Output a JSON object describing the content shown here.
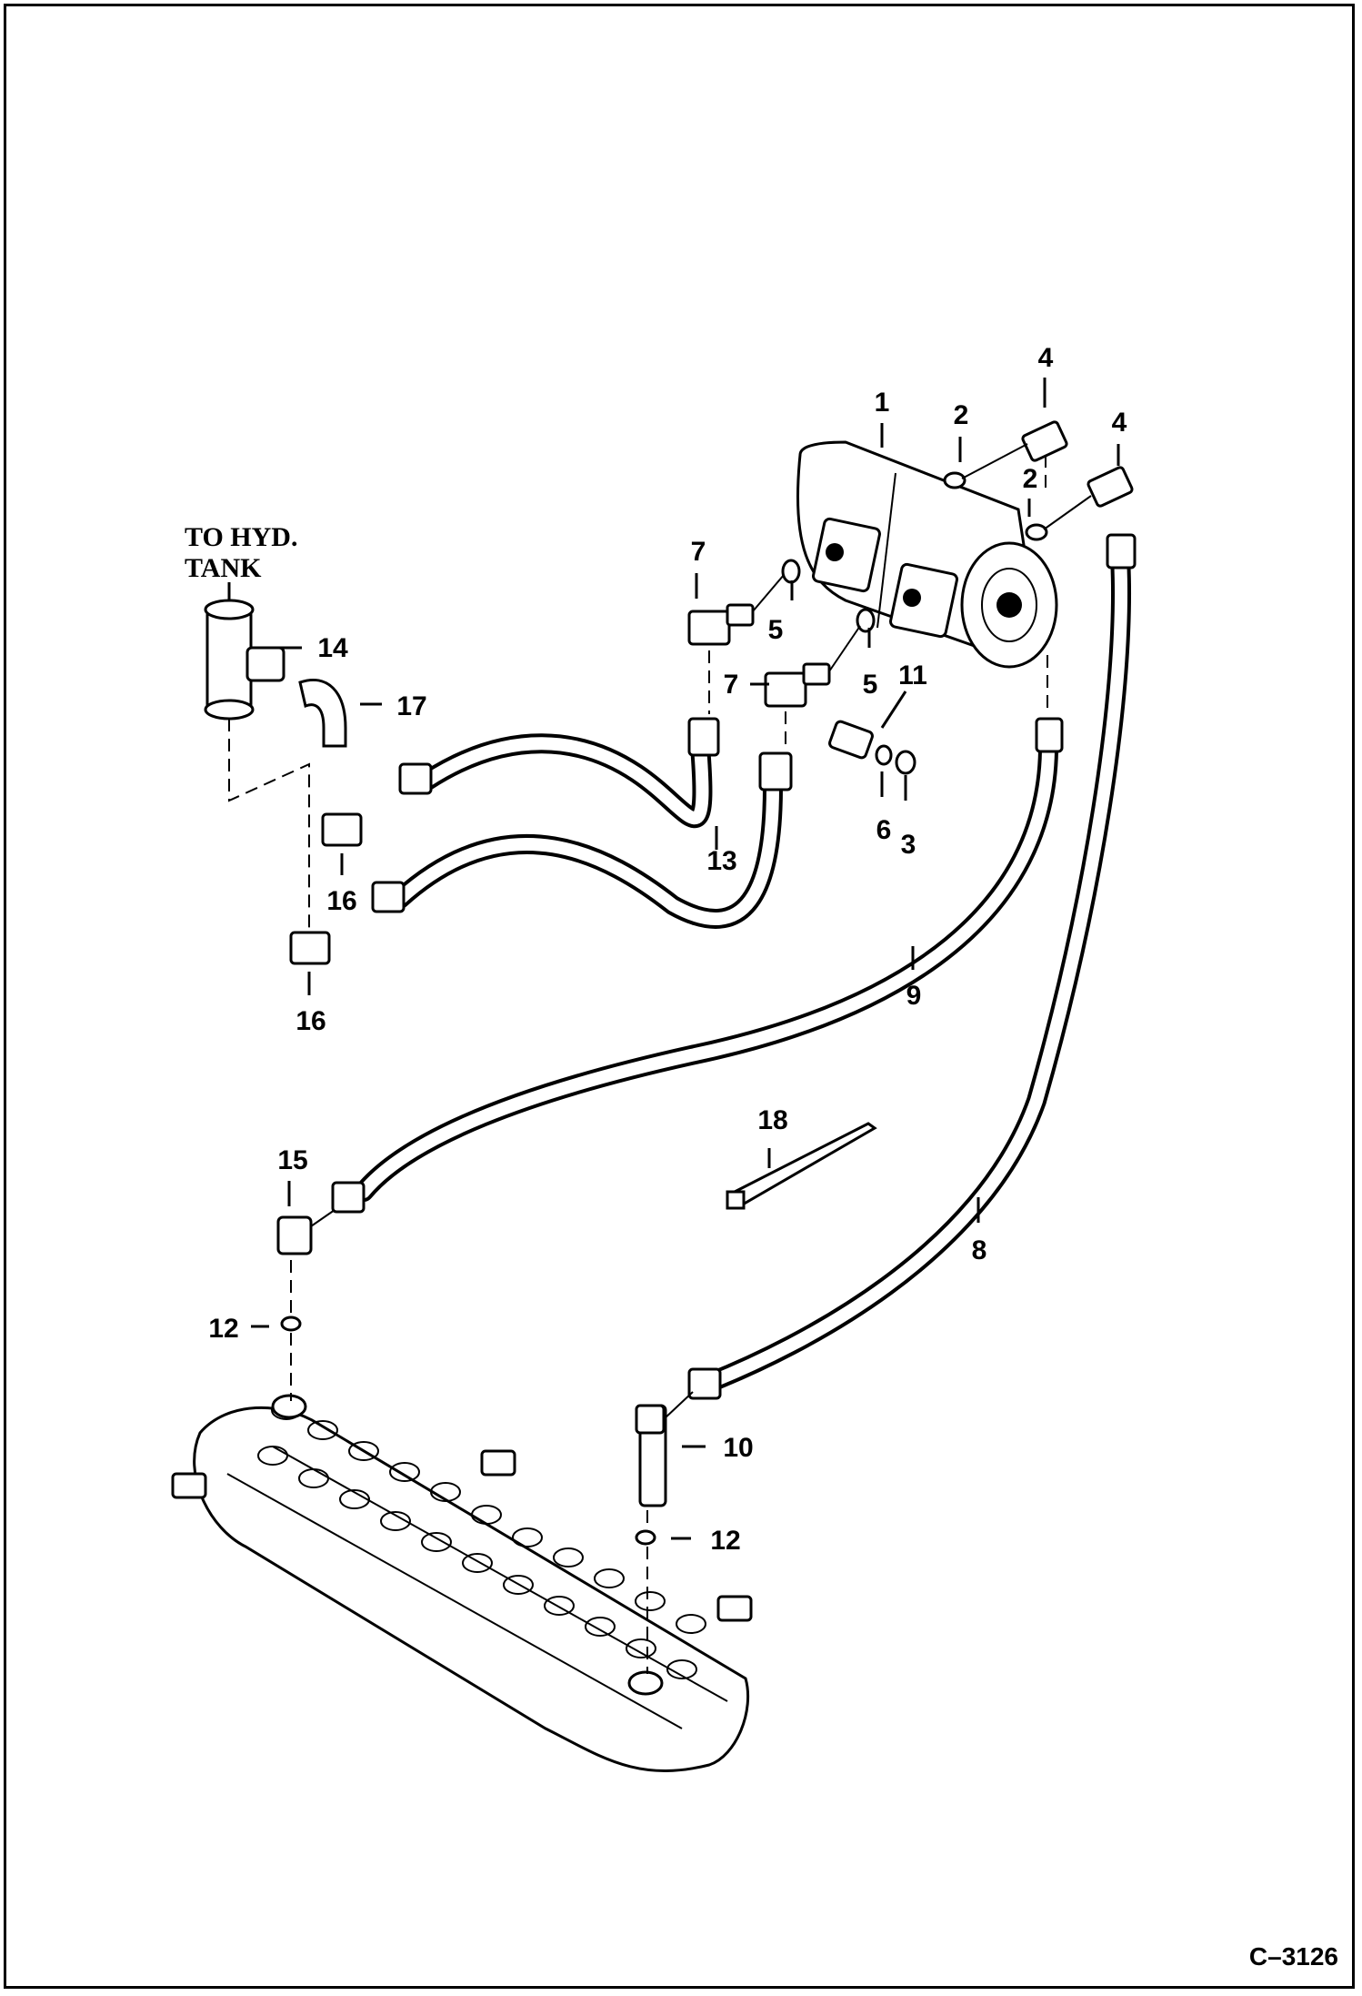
{
  "callouts": {
    "c1": "1",
    "c2a": "2",
    "c2b": "2",
    "c3": "3",
    "c4a": "4",
    "c4b": "4",
    "c5a": "5",
    "c5b": "5",
    "c6": "6",
    "c7a": "7",
    "c7b": "7",
    "c8": "8",
    "c9": "9",
    "c10": "10",
    "c11": "11",
    "c12a": "12",
    "c12b": "12",
    "c13": "13",
    "c14": "14",
    "c15": "15",
    "c16a": "16",
    "c16b": "16",
    "c17": "17",
    "c18": "18"
  },
  "tank_label": {
    "line1": "TO HYD.",
    "line2": "TANK"
  },
  "figure_ref": "C–3126"
}
